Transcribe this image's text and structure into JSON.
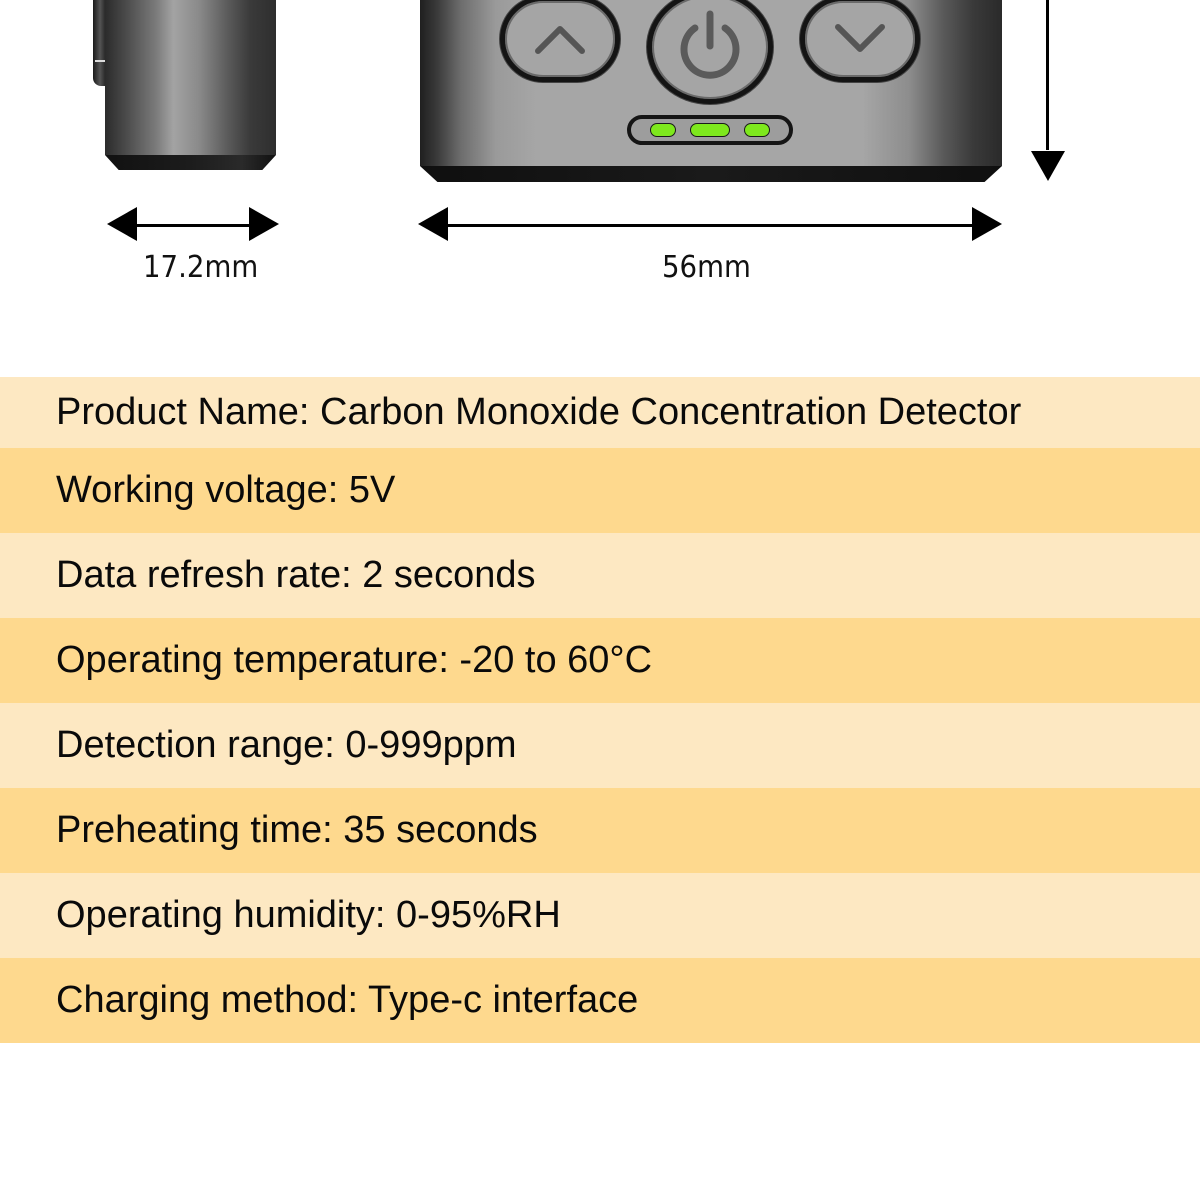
{
  "colors": {
    "row_light": "#fde8c2",
    "row_dark": "#fed98e",
    "led_green": "#7ee81d",
    "device_gray": "#a6a6a6",
    "device_dark": "#151515",
    "text": "#0a0a0a",
    "background": "#ffffff"
  },
  "device": {
    "buttons": [
      {
        "name": "up",
        "icon": "chevron-up-icon",
        "glyph": "^"
      },
      {
        "name": "power",
        "icon": "power-icon",
        "glyph": "⏻"
      },
      {
        "name": "down",
        "icon": "chevron-down-icon",
        "glyph": "v"
      }
    ],
    "status_leds": [
      {
        "size": "small",
        "color": "green"
      },
      {
        "size": "large",
        "color": "green"
      },
      {
        "size": "small",
        "color": "green"
      }
    ]
  },
  "dimensions": {
    "thickness": "17.2mm",
    "width": "56mm"
  },
  "specs": [
    {
      "label": "Product Name",
      "value": "Carbon Monoxide Concentration Detector",
      "text": "Product Name: Carbon Monoxide Concentration Detector"
    },
    {
      "label": "Working voltage",
      "value": "5V",
      "text": "Working voltage: 5V"
    },
    {
      "label": "Data refresh rate",
      "value": "2 seconds",
      "text": "Data refresh rate: 2 seconds"
    },
    {
      "label": "Operating temperature",
      "value": "-20 to 60°C",
      "text": "Operating temperature: -20 to 60°C"
    },
    {
      "label": "Detection range",
      "value": "0-999ppm",
      "text": "Detection range: 0-999ppm"
    },
    {
      "label": "Preheating time",
      "value": "35 seconds",
      "text": "Preheating time: 35 seconds"
    },
    {
      "label": "Operating humidity",
      "value": "0-95%RH",
      "text": "Operating humidity: 0-95%RH"
    },
    {
      "label": "Charging method",
      "value": "Type-c interface",
      "text": "Charging method: Type-c interface"
    }
  ]
}
